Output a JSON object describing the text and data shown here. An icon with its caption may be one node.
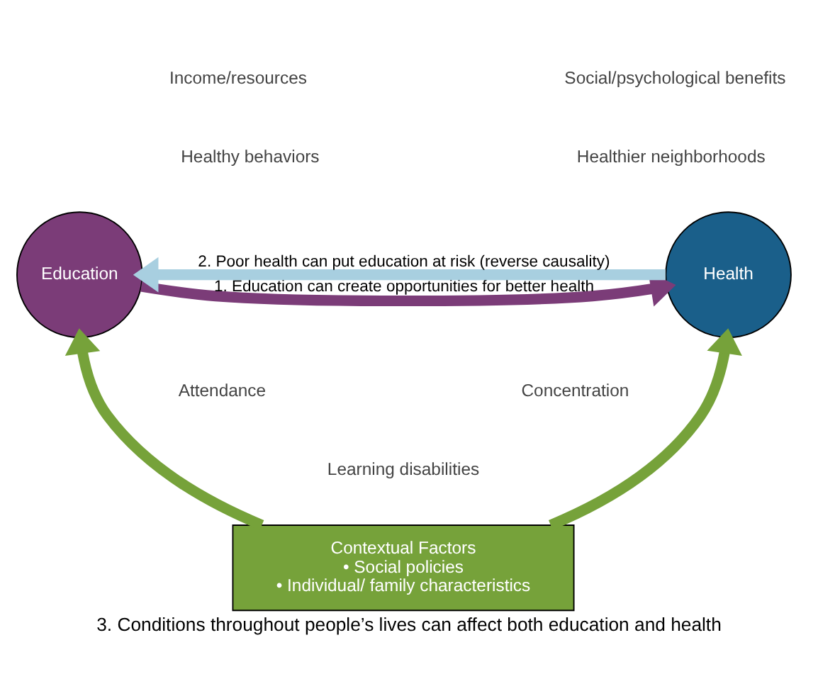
{
  "diagram": {
    "caption": "3. Conditions throughout people’s lives can affect both education and health",
    "nodes": [
      {
        "text": [
          "Education"
        ]
      },
      {
        "text": [
          "Health"
        ]
      },
      {
        "text": [
          "Contextual Factors",
          "• Social policies",
          "• Individual/ family characteristics"
        ]
      }
    ],
    "edges": [
      {
        "from": 0,
        "to": 1,
        "arrow": "to",
        "label": "1. Education can create opportunities for better health",
        "color": "#7b3c78"
      },
      {
        "from": 1,
        "to": 0,
        "arrow": "to",
        "label": "2. Poor health can put education at risk (reverse causality)",
        "color": "#a8cfe0"
      },
      {
        "from": 2,
        "to": 0,
        "arrow": "to",
        "color": "#76a23a"
      },
      {
        "from": 2,
        "to": 1,
        "arrow": "to",
        "color": "#76a23a"
      }
    ],
    "labels": [
      "Income/resources",
      "Social/psychological benefits",
      "Healthy behaviors",
      "Healthier neighborhoods",
      "Attendance",
      "Concentration",
      "Learning disabilities"
    ]
  }
}
